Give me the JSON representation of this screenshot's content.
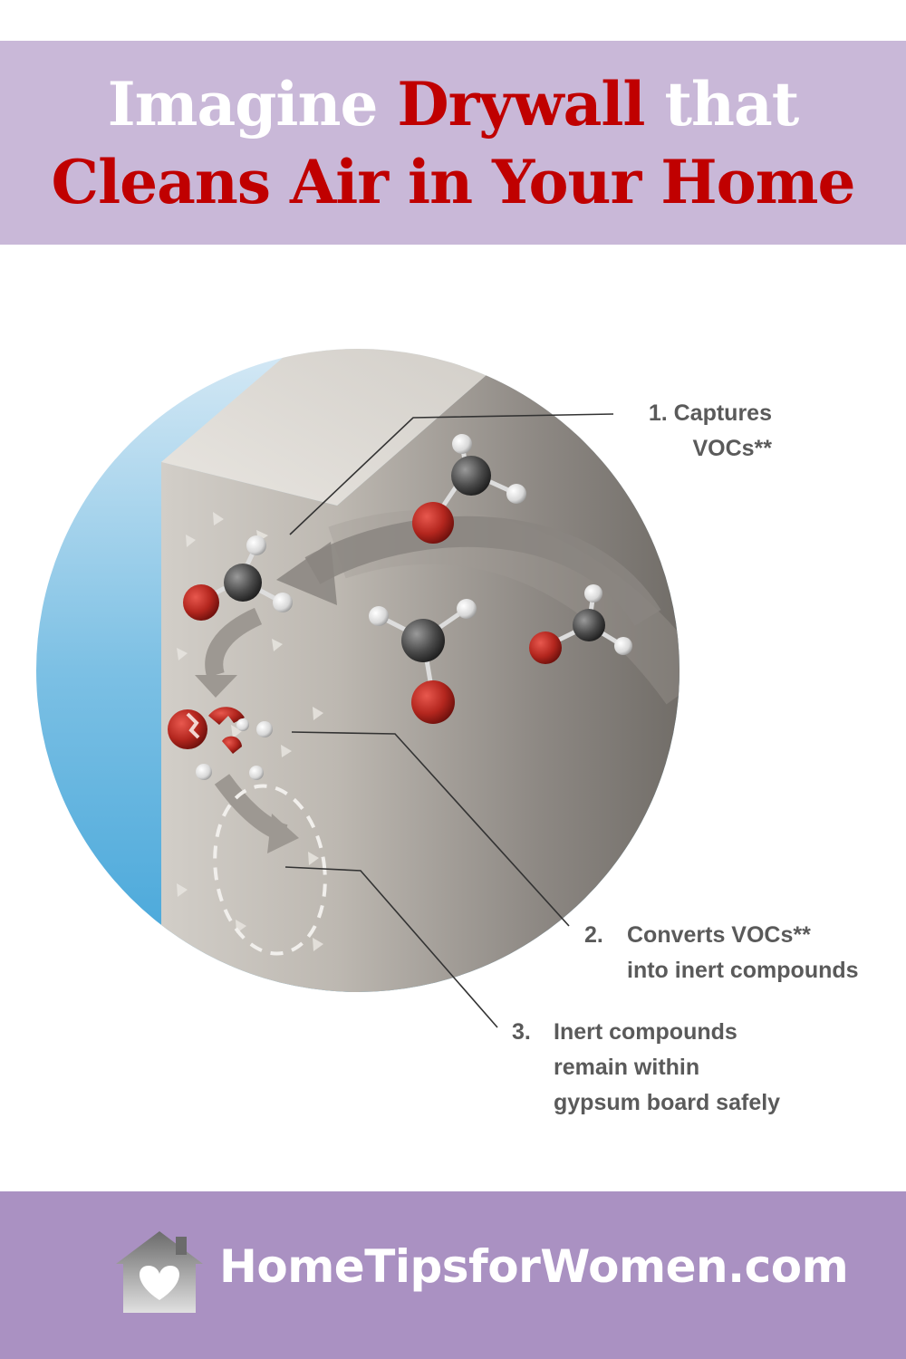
{
  "header": {
    "line1_part1": "Imagine",
    "line1_highlight": "Drywall",
    "line1_part2": "that",
    "line2": "Cleans Air in Your Home"
  },
  "callouts": [
    {
      "lines": [
        "1. Captures",
        "VOCs**"
      ]
    },
    {
      "number": "2.",
      "lines": [
        "Converts VOCs**",
        "into inert compounds"
      ]
    },
    {
      "number": "3.",
      "lines": [
        "Inert compounds",
        "remain within",
        "gypsum board safely"
      ]
    }
  ],
  "footer": {
    "site": "HomeTipsforWomen.com",
    "logo_icon": "house-heart-icon"
  },
  "colors": {
    "header_bg": "#c9b8d8",
    "footer_bg": "#aa91c2",
    "title_red": "#c00000",
    "callout_text": "#5a5a5a"
  }
}
